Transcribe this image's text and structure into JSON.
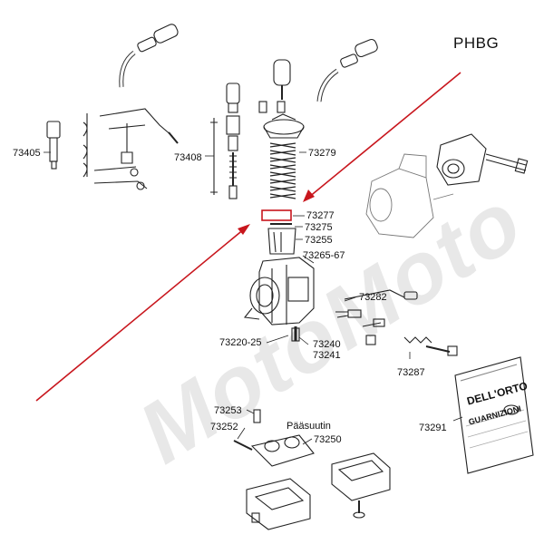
{
  "title": "PHBG",
  "watermark": "MotoMoto",
  "colors": {
    "arrow": "#c8161d",
    "line": "#222222",
    "watermark": "#cfcfcf"
  },
  "labels": {
    "p73405": "73405",
    "p73408": "73408",
    "p73279": "73279",
    "p73277": "73277",
    "p73275": "73275",
    "p73255": "73255",
    "p73265": "73265-67",
    "p73282": "73282",
    "p73220": "73220-25",
    "p73240": "73240",
    "p73241": "73241",
    "p73287": "73287",
    "p73291": "73291",
    "p73253": "73253",
    "p73252": "73252",
    "paasuutin": "Pääsuutin",
    "p73250": "73250"
  },
  "packet": {
    "line1": "DELL'ORTO",
    "line2": "GUARNIZIONI"
  }
}
